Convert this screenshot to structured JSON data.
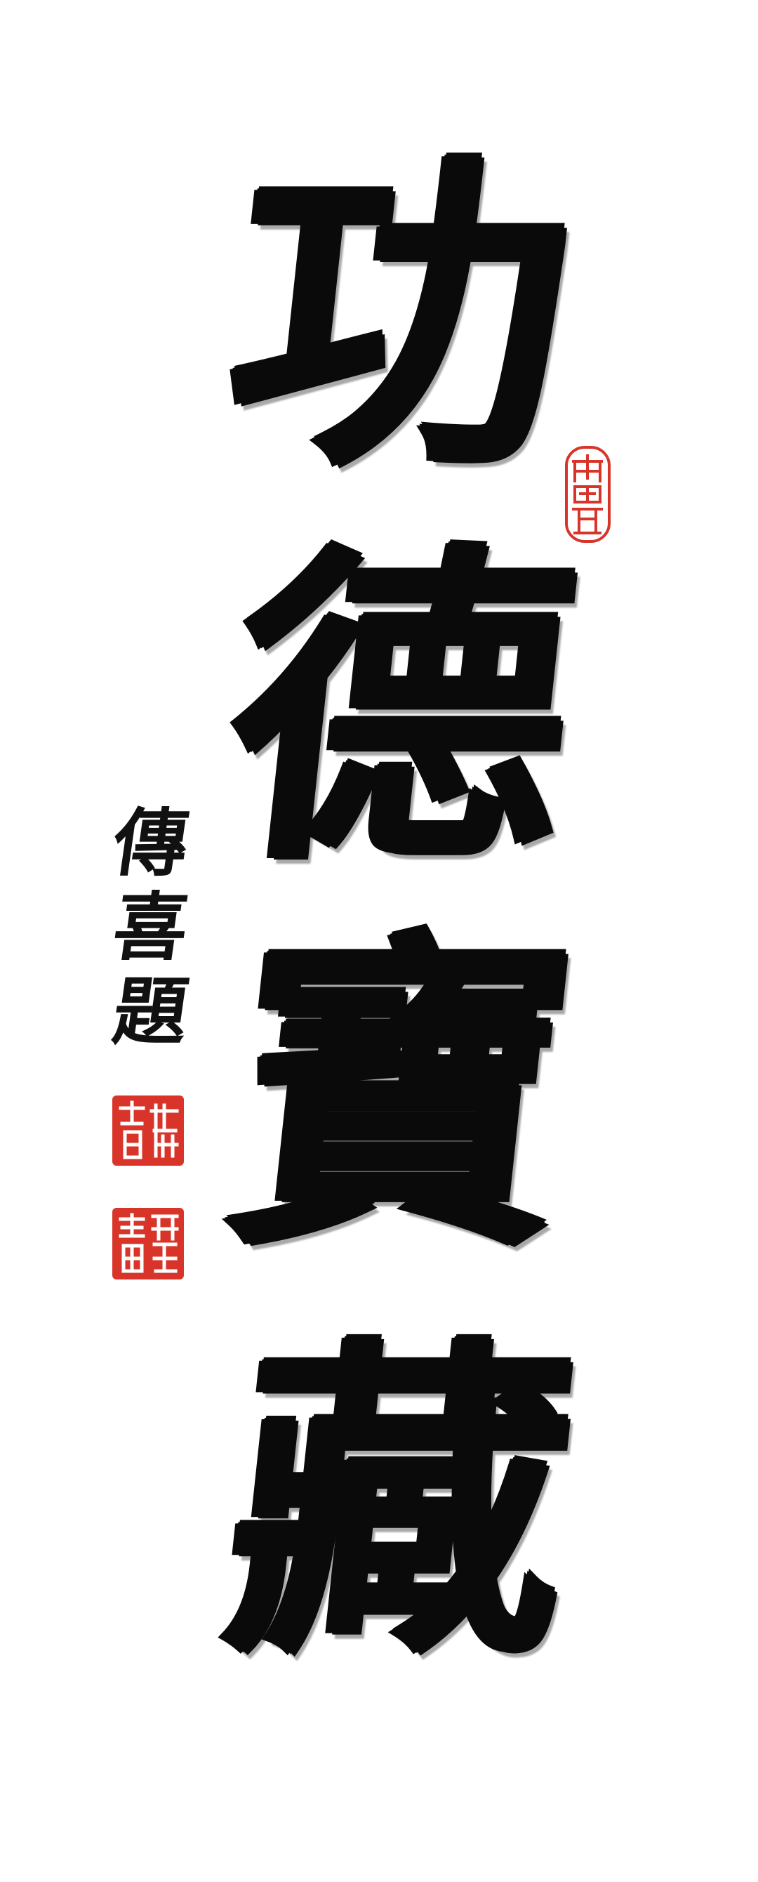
{
  "artwork": {
    "main_text": [
      "功",
      "德",
      "寶",
      "藏"
    ],
    "inscription": [
      "傳",
      "喜",
      "題"
    ]
  },
  "colors": {
    "ink": "#0a0a0a",
    "paper": "#ffffff",
    "seal_red": "#d8342a"
  }
}
